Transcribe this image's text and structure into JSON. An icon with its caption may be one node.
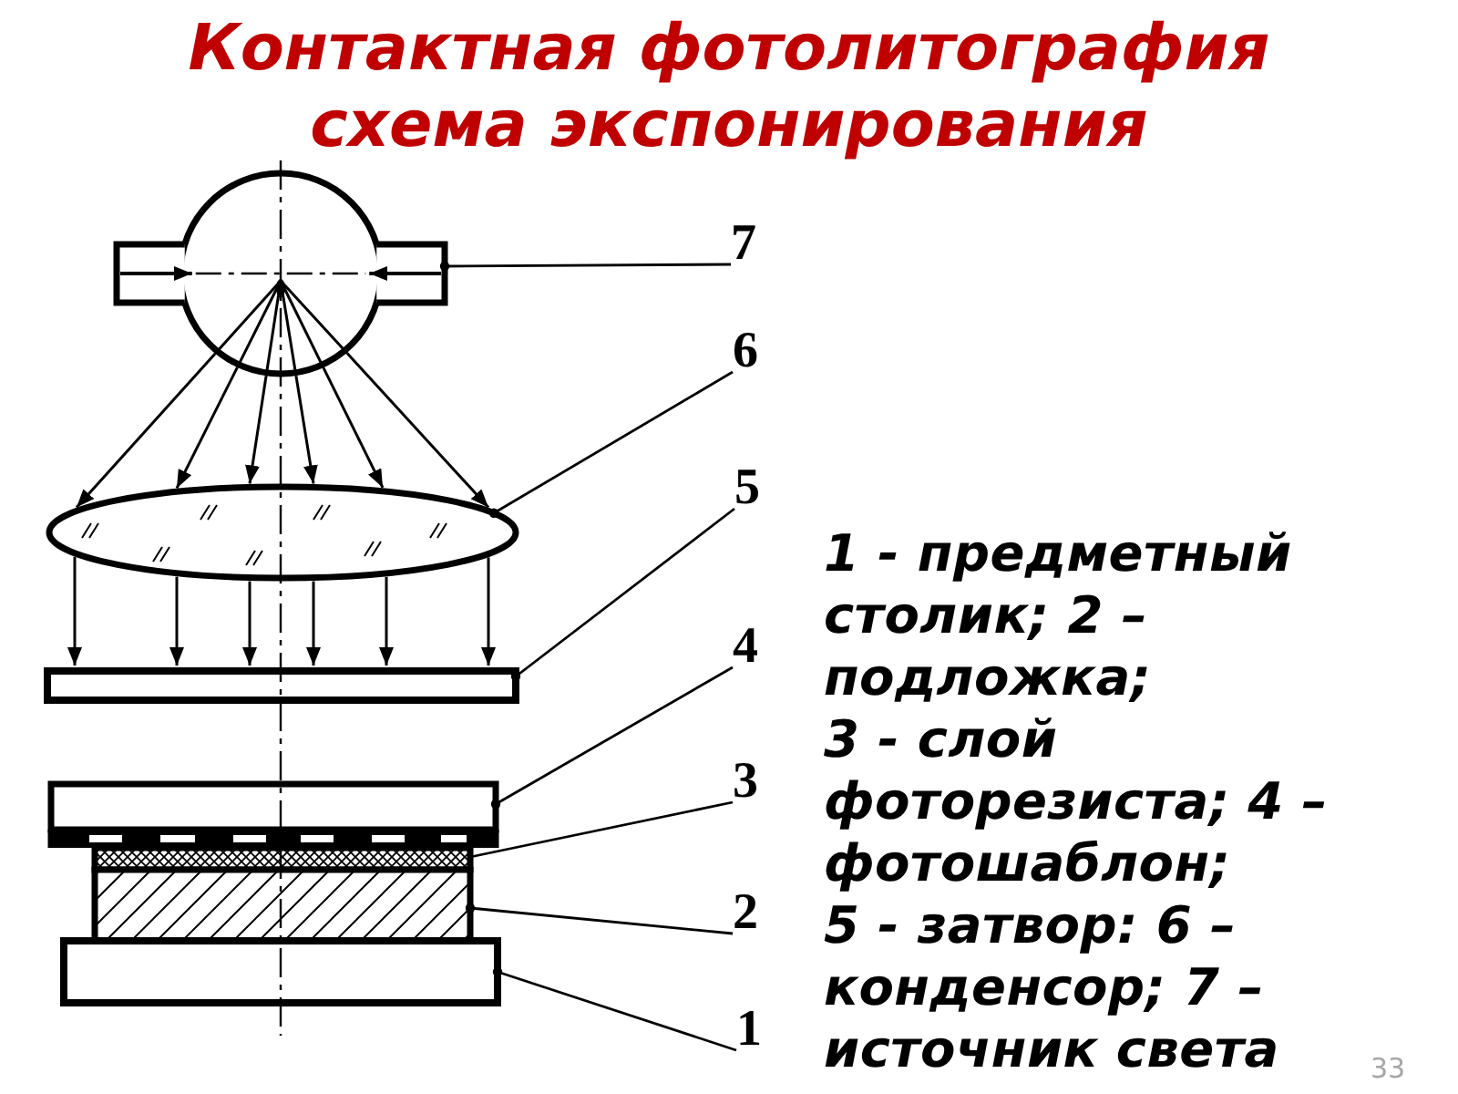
{
  "diagram": {
    "title": "Контактная фотолитография схема экспонирования",
    "nodes": [
      {
        "text": [],
        "shape": "picture"
      },
      {
        "text": [
          "7"
        ]
      },
      {
        "text": [],
        "shape": "ellipse"
      },
      {
        "text": [
          "6"
        ]
      },
      {
        "text": [],
        "shape": "bar"
      },
      {
        "text": [
          "5"
        ]
      },
      {
        "text": [],
        "shape": "box"
      },
      {
        "text": [
          "4"
        ]
      },
      {
        "text": [],
        "shape": "bar"
      },
      {
        "text": [
          "3"
        ]
      },
      {
        "text": [],
        "shape": "box"
      },
      {
        "text": [
          "2"
        ]
      },
      {
        "text": [],
        "shape": "box"
      },
      {
        "text": [
          "1"
        ]
      }
    ],
    "edges": [
      {
        "from": 0,
        "to": 2,
        "arrow": "to"
      },
      {
        "from": 0,
        "to": 2,
        "arrow": "to"
      },
      {
        "from": 0,
        "to": 2,
        "arrow": "to"
      },
      {
        "from": 0,
        "to": 2,
        "arrow": "to"
      },
      {
        "from": 0,
        "to": 2,
        "arrow": "to"
      },
      {
        "from": 0,
        "to": 2,
        "arrow": "to"
      },
      {
        "from": 2,
        "to": 4,
        "arrow": "to"
      },
      {
        "from": 2,
        "to": 4,
        "arrow": "to"
      },
      {
        "from": 2,
        "to": 4,
        "arrow": "to"
      },
      {
        "from": 2,
        "to": 4,
        "arrow": "to"
      },
      {
        "from": 2,
        "to": 4,
        "arrow": "to"
      },
      {
        "from": 2,
        "to": 4,
        "arrow": "to"
      },
      {
        "from": 1,
        "to": 0,
        "arrow": "other"
      },
      {
        "from": 3,
        "to": 2,
        "arrow": "other"
      },
      {
        "from": 5,
        "to": 4,
        "arrow": "other"
      },
      {
        "from": 7,
        "to": 6,
        "arrow": "other"
      },
      {
        "from": 9,
        "to": 8,
        "arrow": "none"
      },
      {
        "from": 11,
        "to": 10,
        "arrow": "other"
      },
      {
        "from": 13,
        "to": 12,
        "arrow": "other"
      }
    ],
    "labels": [
      "1 - предметный столик; 2 – подложка;",
      "3 - слой фоторезиста; 4 – фотошаблон;",
      "5 - затвор: 6 – конденсор; 7 – источник света",
      "33"
    ]
  }
}
